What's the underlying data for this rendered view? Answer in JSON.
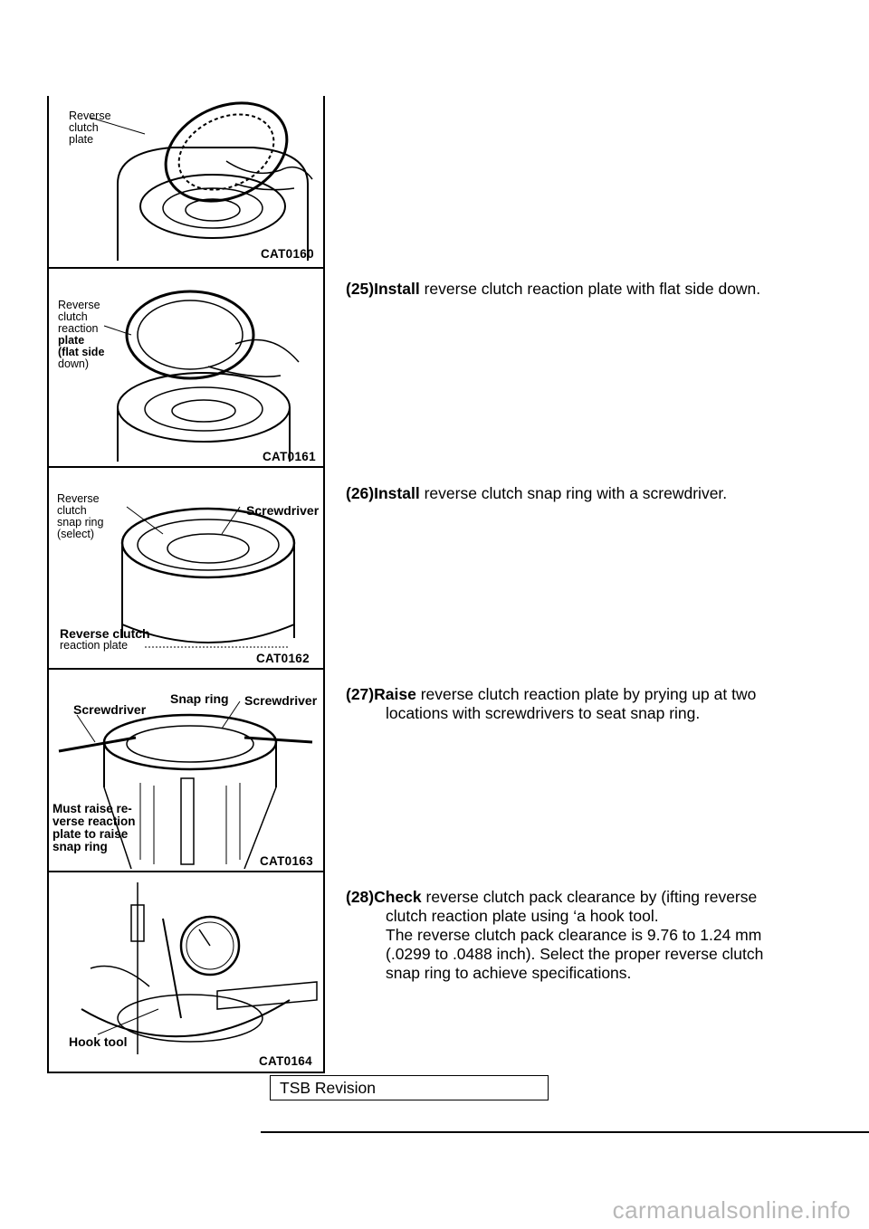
{
  "figures": [
    {
      "id": "CAT0160",
      "labels": [
        "Reverse",
        "clutch",
        "plate"
      ]
    },
    {
      "id": "CAT0161",
      "labels": [
        "Reverse",
        "clutch",
        "reaction",
        "plate",
        "(flat side",
        "down)"
      ]
    },
    {
      "id": "CAT0162",
      "labels": [
        "Reverse",
        "clutch",
        "snap ring",
        "(select)",
        "Screwdriver",
        "Reverse clutch",
        "reaction plate"
      ]
    },
    {
      "id": "CAT0163",
      "labels": [
        "Screwdriver",
        "Snap ring",
        "Screwdriver",
        "Must raise re-",
        "verse reaction",
        "plate to raise",
        "snap ring"
      ]
    },
    {
      "id": "CAT0164",
      "labels": [
        "Hook tool"
      ]
    }
  ],
  "steps": [
    {
      "num": "(25)",
      "verb": "Install",
      "lines": [
        "reverse clutch reaction plate with flat side down."
      ]
    },
    {
      "num": "(26)",
      "verb": "Install",
      "lines": [
        "reverse clutch snap ring with a screwdriver."
      ]
    },
    {
      "num": "(27)",
      "verb": "Raise",
      "lines": [
        "reverse clutch reaction plate by prying up at two",
        "locations with screwdrivers to seat snap ring."
      ]
    },
    {
      "num": "(28)",
      "verb": "Check",
      "lines": [
        "reverse clutch pack clearance by (ifting reverse",
        "clutch reaction plate using ‘a hook tool.",
        "The reverse clutch pack clearance is 9.76 to 1.24 mm",
        "(.0299 to .0488 inch). Select the proper reverse clutch",
        "snap ring to achieve specifications."
      ]
    }
  ],
  "footer": {
    "tsb": "TSB Revision",
    "watermark": "carmanualsonline.info"
  }
}
